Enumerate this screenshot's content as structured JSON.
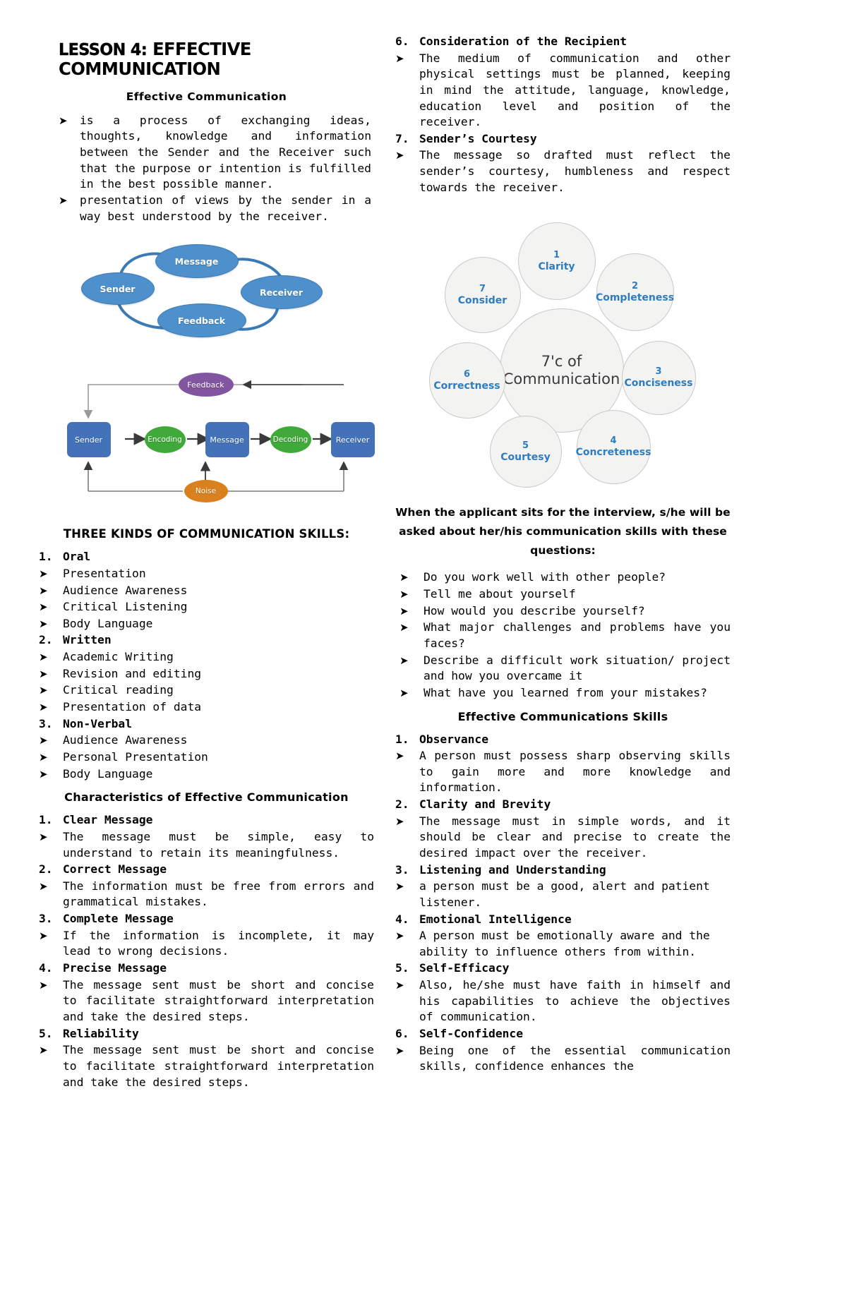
{
  "left": {
    "lesson_title_lead": "LESSON 4:",
    "lesson_title_main": "EFFECTIVE COMMUNICATION",
    "section_heading": "Effective Communication",
    "intro_bullets": [
      "is a process of exchanging ideas, thoughts, knowledge and information between the Sender and the Receiver such that the purpose or intention is fulfilled in the best possible manner.",
      "presentation of views by the sender in a way best understood by the receiver."
    ],
    "cycle_diagram": {
      "nodes": [
        "Message",
        "Sender",
        "Receiver",
        "Feedback"
      ]
    },
    "flow_diagram": {
      "sender": "Sender",
      "encoding": "Encoding",
      "message": "Message",
      "decoding": "Decoding",
      "receiver": "Receiver",
      "feedback": "Feedback",
      "noise": "Noise"
    },
    "kinds_heading": "THREE KINDS OF COMMUNICATION SKILLS:",
    "kinds": [
      {
        "num": "1.",
        "title": "Oral",
        "items": [
          "Presentation",
          "Audience Awareness",
          "Critical Listening",
          "Body Language"
        ]
      },
      {
        "num": "2.",
        "title": "Written",
        "items": [
          "Academic Writing",
          "Revision and editing",
          "Critical reading",
          "Presentation of data"
        ]
      },
      {
        "num": "3.",
        "title": "Non-Verbal",
        "items": [
          "Audience Awareness",
          "Personal Presentation",
          "Body Language"
        ]
      }
    ],
    "characteristics_heading": "Characteristics of Effective Communication",
    "characteristics": [
      {
        "num": "1.",
        "title": "Clear Message",
        "body": "The message must be simple, easy to understand to retain its meaningfulness."
      },
      {
        "num": "2.",
        "title": "Correct Message",
        "body": "The information must be free from errors and grammatical mistakes."
      },
      {
        "num": "3.",
        "title": "Complete Message",
        "body": "If the information is incomplete, it may lead to wrong decisions."
      },
      {
        "num": "4.",
        "title": "Precise Message",
        "body": "The message sent must be short and concise to facilitate straightforward interpretation and take the desired steps."
      },
      {
        "num": "5.",
        "title": "Reliability",
        "body": "The message sent must be short and concise to facilitate straightforward interpretation and take the desired steps."
      }
    ]
  },
  "right": {
    "top_points": [
      {
        "num": "6.",
        "title": "Consideration of the Recipient",
        "body": "The medium of communication and other physical settings must be planned, keeping in mind the attitude, language, knowledge, education level and position of the receiver."
      },
      {
        "num": "7.",
        "title": "Sender’s Courtesy",
        "body": "The message so drafted must reflect the sender’s courtesy, humbleness and respect towards the receiver."
      }
    ],
    "seven_c": {
      "center": [
        "7'c of",
        "Communication"
      ],
      "bubbles": [
        {
          "num": "1",
          "label": "Clarity"
        },
        {
          "num": "2",
          "label": "Completeness"
        },
        {
          "num": "3",
          "label": "Conciseness"
        },
        {
          "num": "4",
          "label": "Concreteness"
        },
        {
          "num": "5",
          "label": "Courtesy"
        },
        {
          "num": "6",
          "label": "Correctness"
        },
        {
          "num": "7",
          "label": "Consider"
        }
      ]
    },
    "interview_heading": "When the applicant sits for the interview, s/he will be asked about her/his communication skills with these questions:",
    "interview_questions": [
      "Do you work well with other people?",
      "Tell me about yourself",
      "How would you describe yourself?",
      "What major challenges and problems have you faces?",
      "Describe a difficult work situation/ project and how you overcame it",
      "What have you learned from your mistakes?"
    ],
    "skills_heading": "Effective Communications Skills",
    "skills": [
      {
        "num": "1.",
        "title": "Observance",
        "body": "A person must possess sharp observing skills to gain more and more knowledge and information."
      },
      {
        "num": "2.",
        "title": "Clarity and Brevity",
        "body": "The message must in simple words, and it should be clear and precise to create the desired impact over the receiver."
      },
      {
        "num": "3.",
        "title": "Listening and Understanding",
        "body": "a person must be a good, alert and patient listener."
      },
      {
        "num": "4.",
        "title": "Emotional Intelligence",
        "body": "A person must be emotionally aware and the ability to influence others from within."
      },
      {
        "num": "5.",
        "title": "Self-Efficacy",
        "body": "Also, he/she must have faith in himself and his capabilities to achieve the objectives of communication."
      },
      {
        "num": "6.",
        "title": "Self-Confidence",
        "body": "Being one of the essential communication skills, confidence enhances the"
      }
    ]
  },
  "colors": {
    "cycle_ellipse": "#4e90cc",
    "flow_box": "#4472b8",
    "flow_ellipse_green": "#3faa3a",
    "flow_ellipse_purple": "#8255a0",
    "flow_ellipse_orange": "#d9801f",
    "bubble_fill": "#f3f3f2",
    "bubble_text": "#2f7cc0"
  }
}
